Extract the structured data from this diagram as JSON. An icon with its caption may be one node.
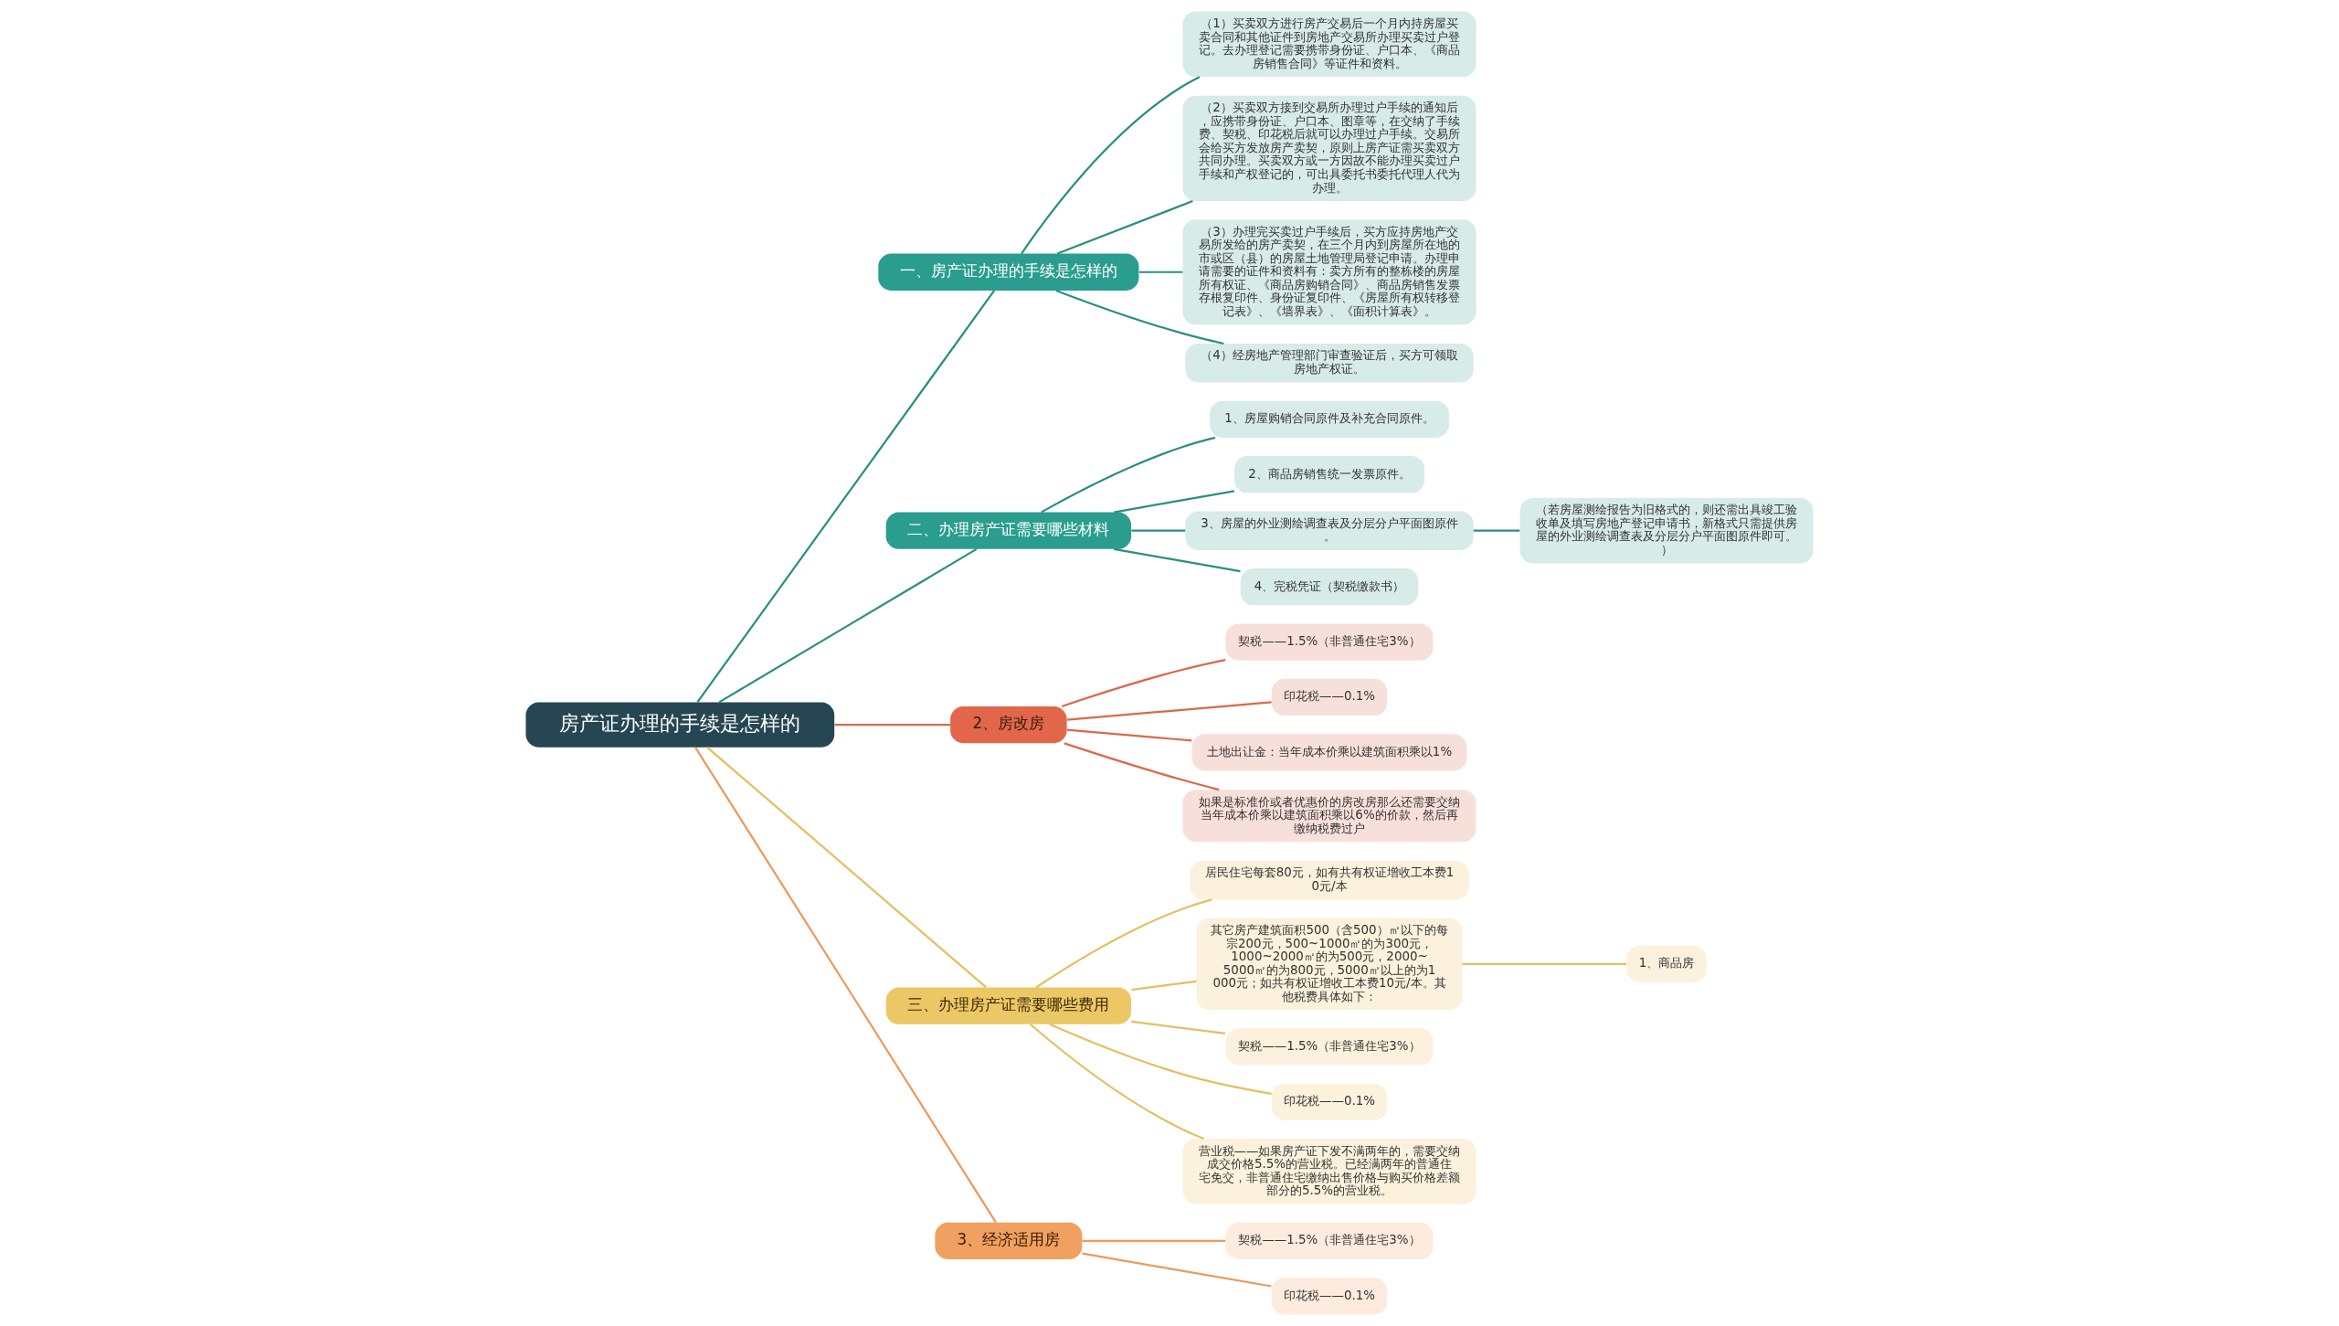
{
  "diagram": {
    "nodes": [
      {
        "text": [
          "房产证办理的手续是怎样的"
        ]
      },
      {
        "text": [
          "一、房产证办理的手续是怎样的"
        ]
      },
      {
        "text": [
          "（1）买卖双方进行房产交易后一个月内持房屋买卖合同和其他证件到房地产交易所办理买卖过户登记。去办理登记需要携带身份证、户口本、《商品房销售合同》等证件和资料。"
        ]
      },
      {
        "text": [
          "（2）买卖双方接到交易所办理过户手续的通知后，应携带身份证、户口本、图章等，在交纳了手续费、契税、印花税后就可以办理过户手续。交易所会给买方发放房产卖契，原则上房产证需买卖双方共同办理。买卖双方或一方因故不能办理买卖过户手续和产权登记的，可出具委托书委托代理人代为办理。"
        ]
      },
      {
        "text": [
          "（3）办理完买卖过户手续后，买方应持房地产交易所发给的房产卖契，在三个月内到房屋所在地的市或区（县）的房屋土地管理局登记申请。办理申请需要的证件和资料有：卖方所有的整栋楼的房屋所有权证、《商品房购销合同》、商品房销售发票存根复印件、身份证复印件、《房屋所有权转移登记表》、《墙界表》、《面积计算表》。"
        ]
      },
      {
        "text": [
          "（4）经房地产管理部门审查验证后，买方可领取房地产权证。"
        ]
      },
      {
        "text": [
          "二、办理房产证需要哪些材料"
        ]
      },
      {
        "text": [
          "1、房屋购销合同原件及补充合同原件。"
        ]
      },
      {
        "text": [
          "2、商品房销售统一发票原件。"
        ]
      },
      {
        "text": [
          "3、房屋的外业测绘调查表及分层分户平面图原件。"
        ]
      },
      {
        "text": [
          "（若房屋测绘报告为旧格式的，则还需出具竣工验收单及填写房地产登记申请书，新格式只需提供房屋的外业测绘调查表及分层分户平面图原件即可。）"
        ]
      },
      {
        "text": [
          "4、完税凭证（契税缴款书）"
        ]
      },
      {
        "text": [
          "2、房改房"
        ]
      },
      {
        "text": [
          "契税——1.5%（非普通住宅3%）"
        ]
      },
      {
        "text": [
          "印花税——0.1%"
        ]
      },
      {
        "text": [
          "土地出让金：当年成本价乘以建筑面积乘以1%"
        ]
      },
      {
        "text": [
          "如果是标准价或者优惠价的房改房那么还需要交纳当年成本价乘以建筑面积乘以6%的价款，然后再缴纳税费过户"
        ]
      },
      {
        "text": [
          "三、办理房产证需要哪些费用"
        ]
      },
      {
        "text": [
          "居民住宅每套80元，如有共有权证增收工本费10元/本"
        ]
      },
      {
        "text": [
          "其它房产建筑面积500（含500）㎡以下的每宗200元，500~1000㎡的为300元，1000~2000㎡的为500元，2000~5000㎡的为800元，5000㎡以上的为1000元；如共有权证增收工本费10元/本。其他税费具体如下："
        ]
      },
      {
        "text": [
          "1、商品房"
        ]
      },
      {
        "text": [
          "契税——1.5%（非普通住宅3%）"
        ]
      },
      {
        "text": [
          "印花税——0.1%"
        ]
      },
      {
        "text": [
          "营业税——如果房产证下发不满两年的，需要交纳成交价格5.5%的营业税。已经满两年的普通住宅免交，非普通住宅缴纳出售价格与购买价格差额部分的5.5%的营业税。"
        ]
      },
      {
        "text": [
          "3、经济适用房"
        ]
      },
      {
        "text": [
          "契税——1.5%（非普通住宅3%）"
        ]
      },
      {
        "text": [
          "印花税——0.1%"
        ]
      }
    ],
    "edges": [
      {
        "from": 0,
        "to": 1,
        "arrow": "none",
        "color": "#2a8f80"
      },
      {
        "from": 1,
        "to": 2,
        "arrow": "none",
        "color": "#2a8f80"
      },
      {
        "from": 1,
        "to": 3,
        "arrow": "none",
        "color": "#2a8f80"
      },
      {
        "from": 1,
        "to": 4,
        "arrow": "none",
        "color": "#2a8f80"
      },
      {
        "from": 1,
        "to": 5,
        "arrow": "none",
        "color": "#2a8f80"
      },
      {
        "from": 0,
        "to": 6,
        "arrow": "none",
        "color": "#2a8f80"
      },
      {
        "from": 6,
        "to": 7,
        "arrow": "none",
        "color": "#2a8f80"
      },
      {
        "from": 6,
        "to": 8,
        "arrow": "none",
        "color": "#2a8f80"
      },
      {
        "from": 6,
        "to": 9,
        "arrow": "none",
        "color": "#2a8f80"
      },
      {
        "from": 9,
        "to": 10,
        "arrow": "none",
        "color": "#2a8f80"
      },
      {
        "from": 6,
        "to": 11,
        "arrow": "none",
        "color": "#2a8f80"
      },
      {
        "from": 0,
        "to": 12,
        "arrow": "none",
        "color": "#d9694a"
      },
      {
        "from": 12,
        "to": 13,
        "arrow": "none",
        "color": "#d9694a"
      },
      {
        "from": 12,
        "to": 14,
        "arrow": "none",
        "color": "#d9694a"
      },
      {
        "from": 12,
        "to": 15,
        "arrow": "none",
        "color": "#d9694a"
      },
      {
        "from": 12,
        "to": 16,
        "arrow": "none",
        "color": "#d9694a"
      },
      {
        "from": 0,
        "to": 17,
        "arrow": "none",
        "color": "#e3c062"
      },
      {
        "from": 17,
        "to": 18,
        "arrow": "none",
        "color": "#e3c062"
      },
      {
        "from": 17,
        "to": 19,
        "arrow": "none",
        "color": "#e3c062"
      },
      {
        "from": 19,
        "to": 20,
        "arrow": "none",
        "color": "#e3c062"
      },
      {
        "from": 17,
        "to": 21,
        "arrow": "none",
        "color": "#e3c062"
      },
      {
        "from": 17,
        "to": 22,
        "arrow": "none",
        "color": "#e3c062"
      },
      {
        "from": 17,
        "to": 23,
        "arrow": "none",
        "color": "#e3c062"
      },
      {
        "from": 0,
        "to": 24,
        "arrow": "none",
        "color": "#ec9a5a"
      },
      {
        "from": 24,
        "to": 25,
        "arrow": "none",
        "color": "#ec9a5a"
      },
      {
        "from": 24,
        "to": 26,
        "arrow": "none",
        "color": "#ec9a5a"
      }
    ]
  }
}
